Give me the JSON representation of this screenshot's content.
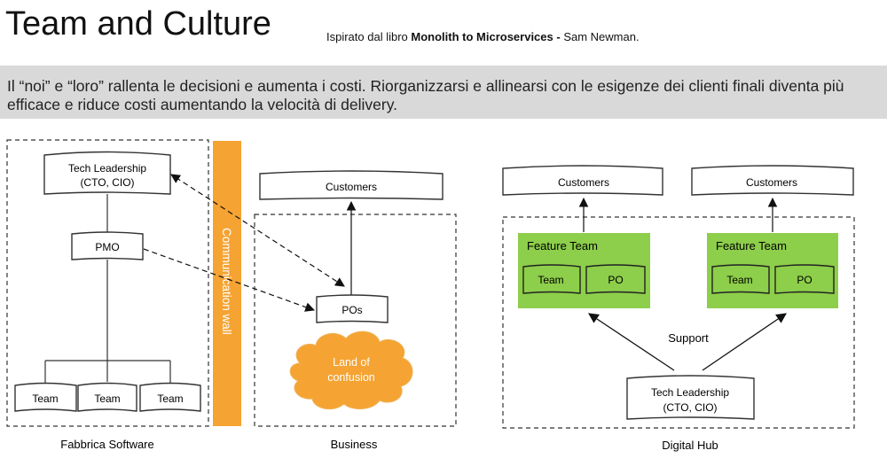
{
  "header": {
    "title": "Team and Culture",
    "subtitle_prefix": "Ispirato dal libro ",
    "subtitle_book": "Monolith to Microservices",
    "subtitle_sep": " - ",
    "subtitle_author": "Sam Newman."
  },
  "banner": {
    "text": "Il “noi” e “loro” rallenta le decisioni e aumenta i costi. Riorganizzarsi e allinearsi con le esigenze dei clienti finali diventa più efficace e riduce costi aumentando la velocità di delivery."
  },
  "colors": {
    "wall": "#f5a332",
    "cloud": "#f5a332",
    "feature_team": "#8dce4a"
  },
  "fabbrica": {
    "label": "Fabbrica Software",
    "tech_leadership_line1": "Tech Leadership",
    "tech_leadership_line2": "(CTO, CIO)",
    "pmo": "PMO",
    "teams": [
      "Team",
      "Team",
      "Team"
    ]
  },
  "wall": {
    "label": "Communication wall"
  },
  "business": {
    "label": "Business",
    "customers": "Customers",
    "pos": "POs",
    "cloud_line1": "Land of",
    "cloud_line2": "confusion"
  },
  "digital_hub": {
    "label": "Digital Hub",
    "customers": [
      "Customers",
      "Customers"
    ],
    "feature_teams": [
      {
        "title": "Feature Team",
        "team": "Team",
        "po": "PO"
      },
      {
        "title": "Feature Team",
        "team": "Team",
        "po": "PO"
      }
    ],
    "support": "Support",
    "tech_leadership_line1": "Tech Leadership",
    "tech_leadership_line2": "(CTO, CIO)"
  }
}
